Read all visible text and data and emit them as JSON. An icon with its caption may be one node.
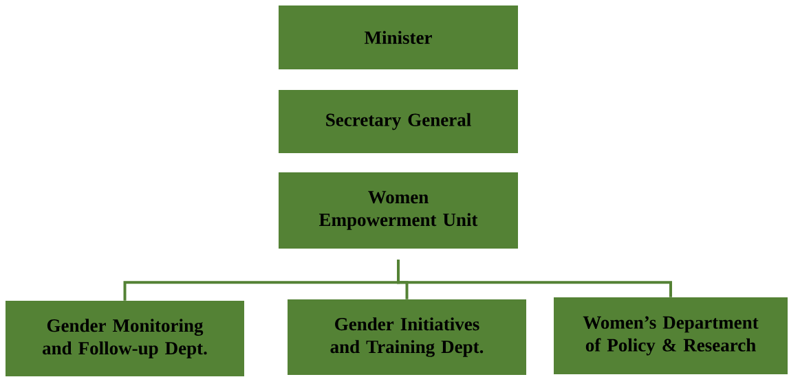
{
  "diagram": {
    "nodes": [
      {
        "text": [
          "Minister"
        ]
      },
      {
        "text": [
          "Secretary General"
        ]
      },
      {
        "text": [
          "Women Empowerment Unit"
        ]
      },
      {
        "text": [
          "Gender Monitoring and Follow-up Dept."
        ]
      },
      {
        "text": [
          "Gender Initiatives and Training Dept."
        ]
      },
      {
        "text": [
          "Women’s Department of Policy & Research"
        ]
      }
    ],
    "edges": [
      {
        "from": 2,
        "to": 3,
        "arrow": "none"
      },
      {
        "from": 2,
        "to": 4,
        "arrow": "none"
      },
      {
        "from": 2,
        "to": 5,
        "arrow": "none"
      }
    ]
  }
}
